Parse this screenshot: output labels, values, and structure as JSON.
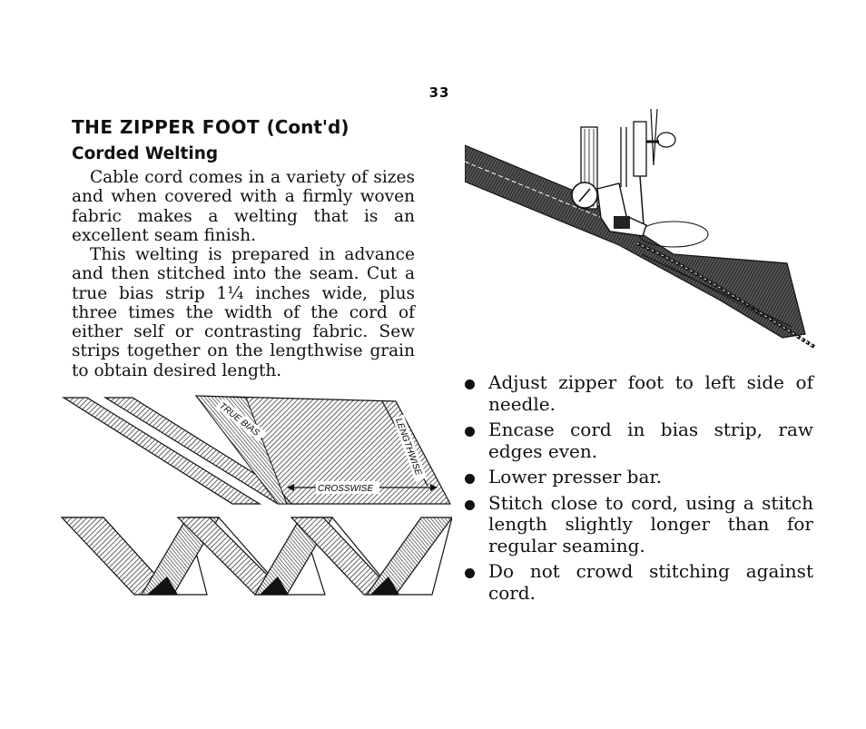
{
  "page": {
    "number": "33"
  },
  "header": {
    "title": "THE ZIPPER FOOT",
    "title_suffix": "(Cont'd)"
  },
  "section": {
    "subtitle": "Corded Welting",
    "paragraphs": [
      "Cable cord comes in a variety of sizes and when covered with a firmly woven fabric makes a welting that is an excellent seam finish.",
      "This welting is prepared in advance and then stitched into the seam. Cut a true bias strip 1¼ inches wide, plus three times the width of the cord of either self or contrasting fabric. Sew strips together on the lengthwise grain to obtain desired length."
    ]
  },
  "illustration_left": {
    "labels": {
      "true_bias": "TRUE BIAS",
      "lengthwise": "LENGTHWISE",
      "crosswise": "CROSSWISE"
    }
  },
  "instructions": {
    "items": [
      "Adjust zipper foot to left side of needle.",
      "Encase cord in bias strip, raw edges even.",
      "Lower presser bar.",
      "Stitch close to cord, using a stitch length slightly longer than for regular seaming.",
      "Do not crowd stitching against cord."
    ]
  }
}
